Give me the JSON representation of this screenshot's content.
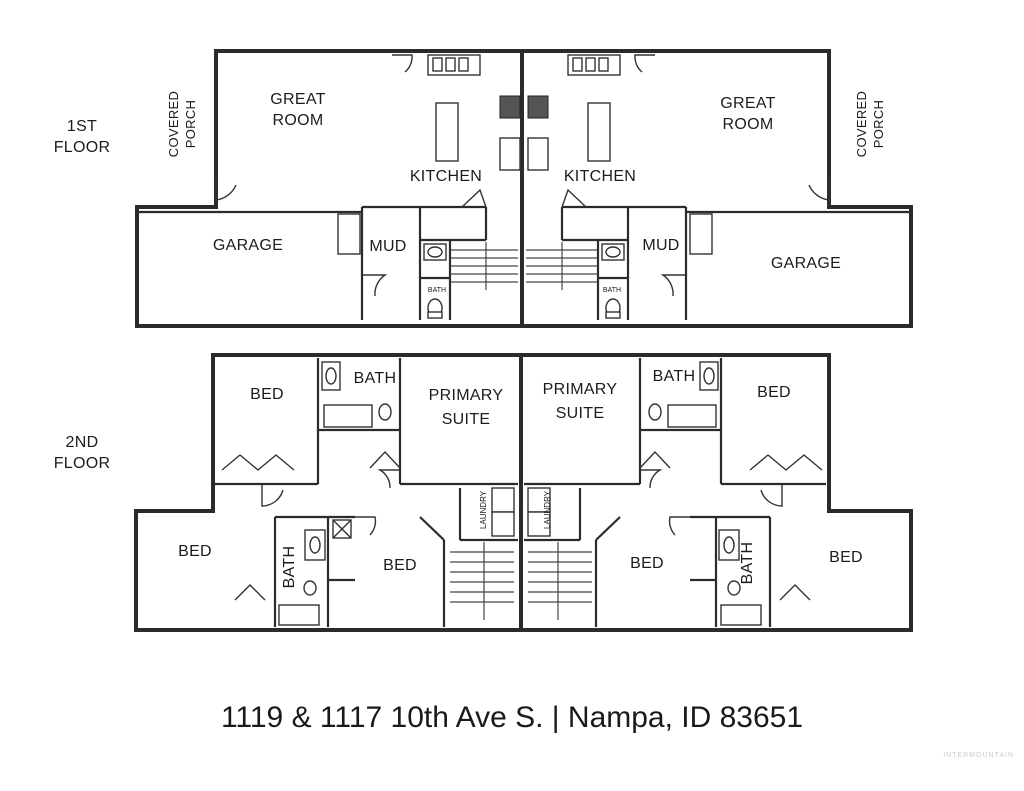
{
  "floors": {
    "first_label": [
      "1ST",
      "FLOOR"
    ],
    "second_label": [
      "2ND",
      "FLOOR"
    ]
  },
  "rooms_first_left": {
    "great_room": [
      "GREAT",
      "ROOM"
    ],
    "covered_porch": [
      "COVERED",
      "PORCH"
    ],
    "kitchen": "KITCHEN",
    "garage": "GARAGE",
    "mud": "MUD",
    "bath": "BATH"
  },
  "rooms_first_right": {
    "great_room": [
      "GREAT",
      "ROOM"
    ],
    "covered_porch": [
      "COVERED",
      "PORCH"
    ],
    "kitchen": "KITCHEN",
    "garage": "GARAGE",
    "mud": "MUD",
    "bath": "BATH"
  },
  "rooms_second_left": {
    "bed_top": "BED",
    "bath_top": "BATH",
    "primary_suite": [
      "PRIMARY",
      "SUITE"
    ],
    "bed_left": "BED",
    "bath_side": "BATH",
    "bed_middle": "BED",
    "laundry": "LAUNDRY"
  },
  "rooms_second_right": {
    "primary_suite": [
      "PRIMARY",
      "SUITE"
    ],
    "bath_top": "BATH",
    "bed_top": "BED",
    "bed_middle": "BED",
    "bath_side": "BATH",
    "bed_right": "BED",
    "laundry": "LAUNDRY"
  },
  "address": "1119 & 1117 10th Ave S. | Nampa, ID 83651",
  "watermark": "INTERMOUNTAIN"
}
